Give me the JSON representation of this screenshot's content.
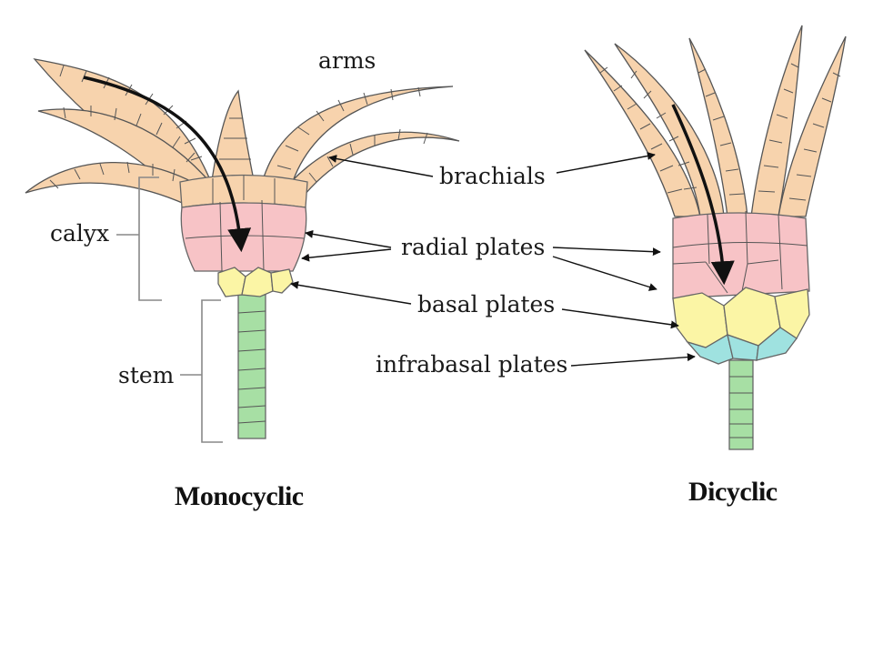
{
  "colors": {
    "brachial_plates": "#f7d3ad",
    "radial_plates": "#f7c3c6",
    "basal_plates": "#fbf5a5",
    "infrabasal_plates": "#9fe2e0",
    "stem_columnals": "#a7dfa4",
    "outline": "#555555"
  },
  "labels": {
    "arms": "arms",
    "brachials": "brachials",
    "radial_plates": "radial plates",
    "basal_plates": "basal plates",
    "infrabasal_plates": "infrabasal plates",
    "calyx": "calyx",
    "stem": "stem"
  },
  "figures": {
    "monocyclic": {
      "caption": "Monocyclic"
    },
    "dicyclic": {
      "caption": "Dicyclic"
    }
  }
}
